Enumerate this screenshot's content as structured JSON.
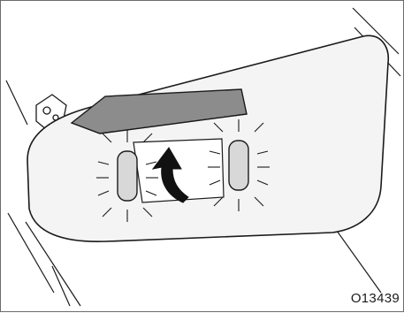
{
  "figure": {
    "code": "O13439"
  },
  "colors": {
    "line": "#1a1a1a",
    "visor_fill": "#f4f4f4",
    "mirror_cover": "#8c8c8c",
    "lamp_fill": "#d8d8d8",
    "arrow": "#111111"
  },
  "icons": {
    "up-arrow": "curved-arrow-up",
    "lamp": "light-burst"
  }
}
